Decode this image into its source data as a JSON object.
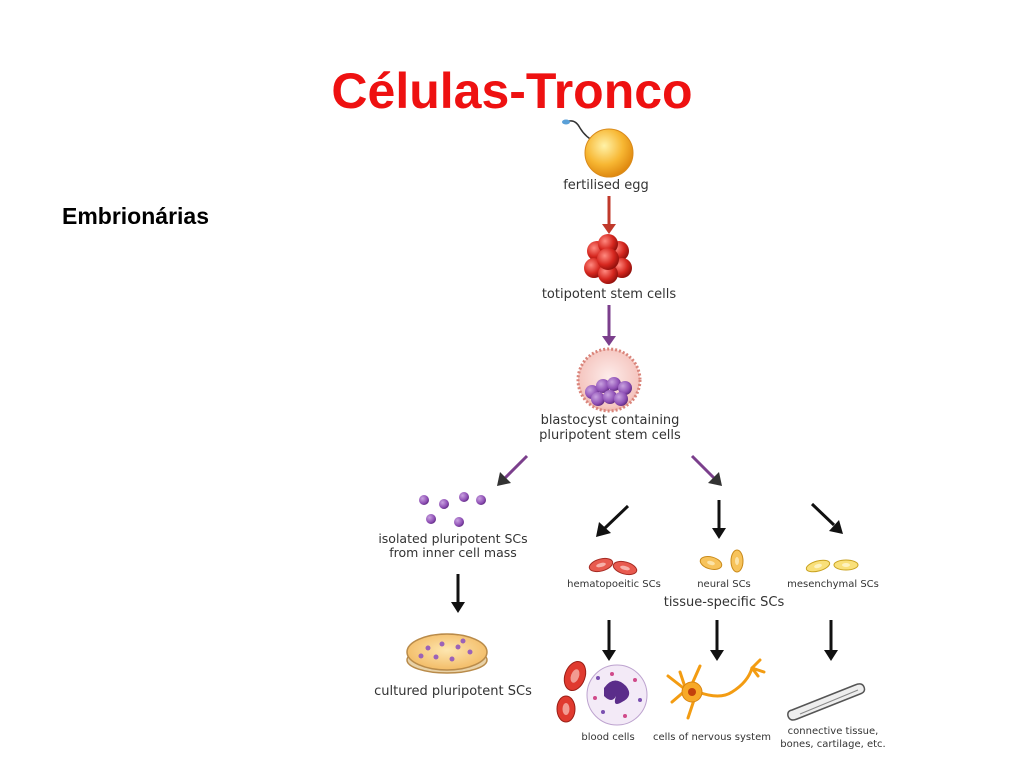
{
  "slide": {
    "title": "Células-Tronco",
    "subtitle": "Embrionárias"
  },
  "diagram": {
    "fertilised_egg": "fertilised egg",
    "totipotent": "totipotent stem cells",
    "blastocyst_line1": "blastocyst containing",
    "blastocyst_line2": "pluripotent stem cells",
    "isolated_line1": "isolated pluripotent SCs",
    "isolated_line2": "from inner cell mass",
    "cultured": "cultured pluripotent SCs",
    "hematopoietic": "hematopoeitic SCs",
    "neural": "neural SCs",
    "mesenchymal": "mesenchymal SCs",
    "tissue_specific": "tissue-specific SCs",
    "blood_cells": "blood cells",
    "nervous_system": "cells of nervous system",
    "connective_line1": "connective tissue,",
    "connective_line2": "bones, cartilage, etc."
  },
  "colors": {
    "title": "#ee1111",
    "red_arrow": "#c0392b",
    "purple_arrow": "#7b3f8c",
    "black_arrow": "#111111"
  }
}
